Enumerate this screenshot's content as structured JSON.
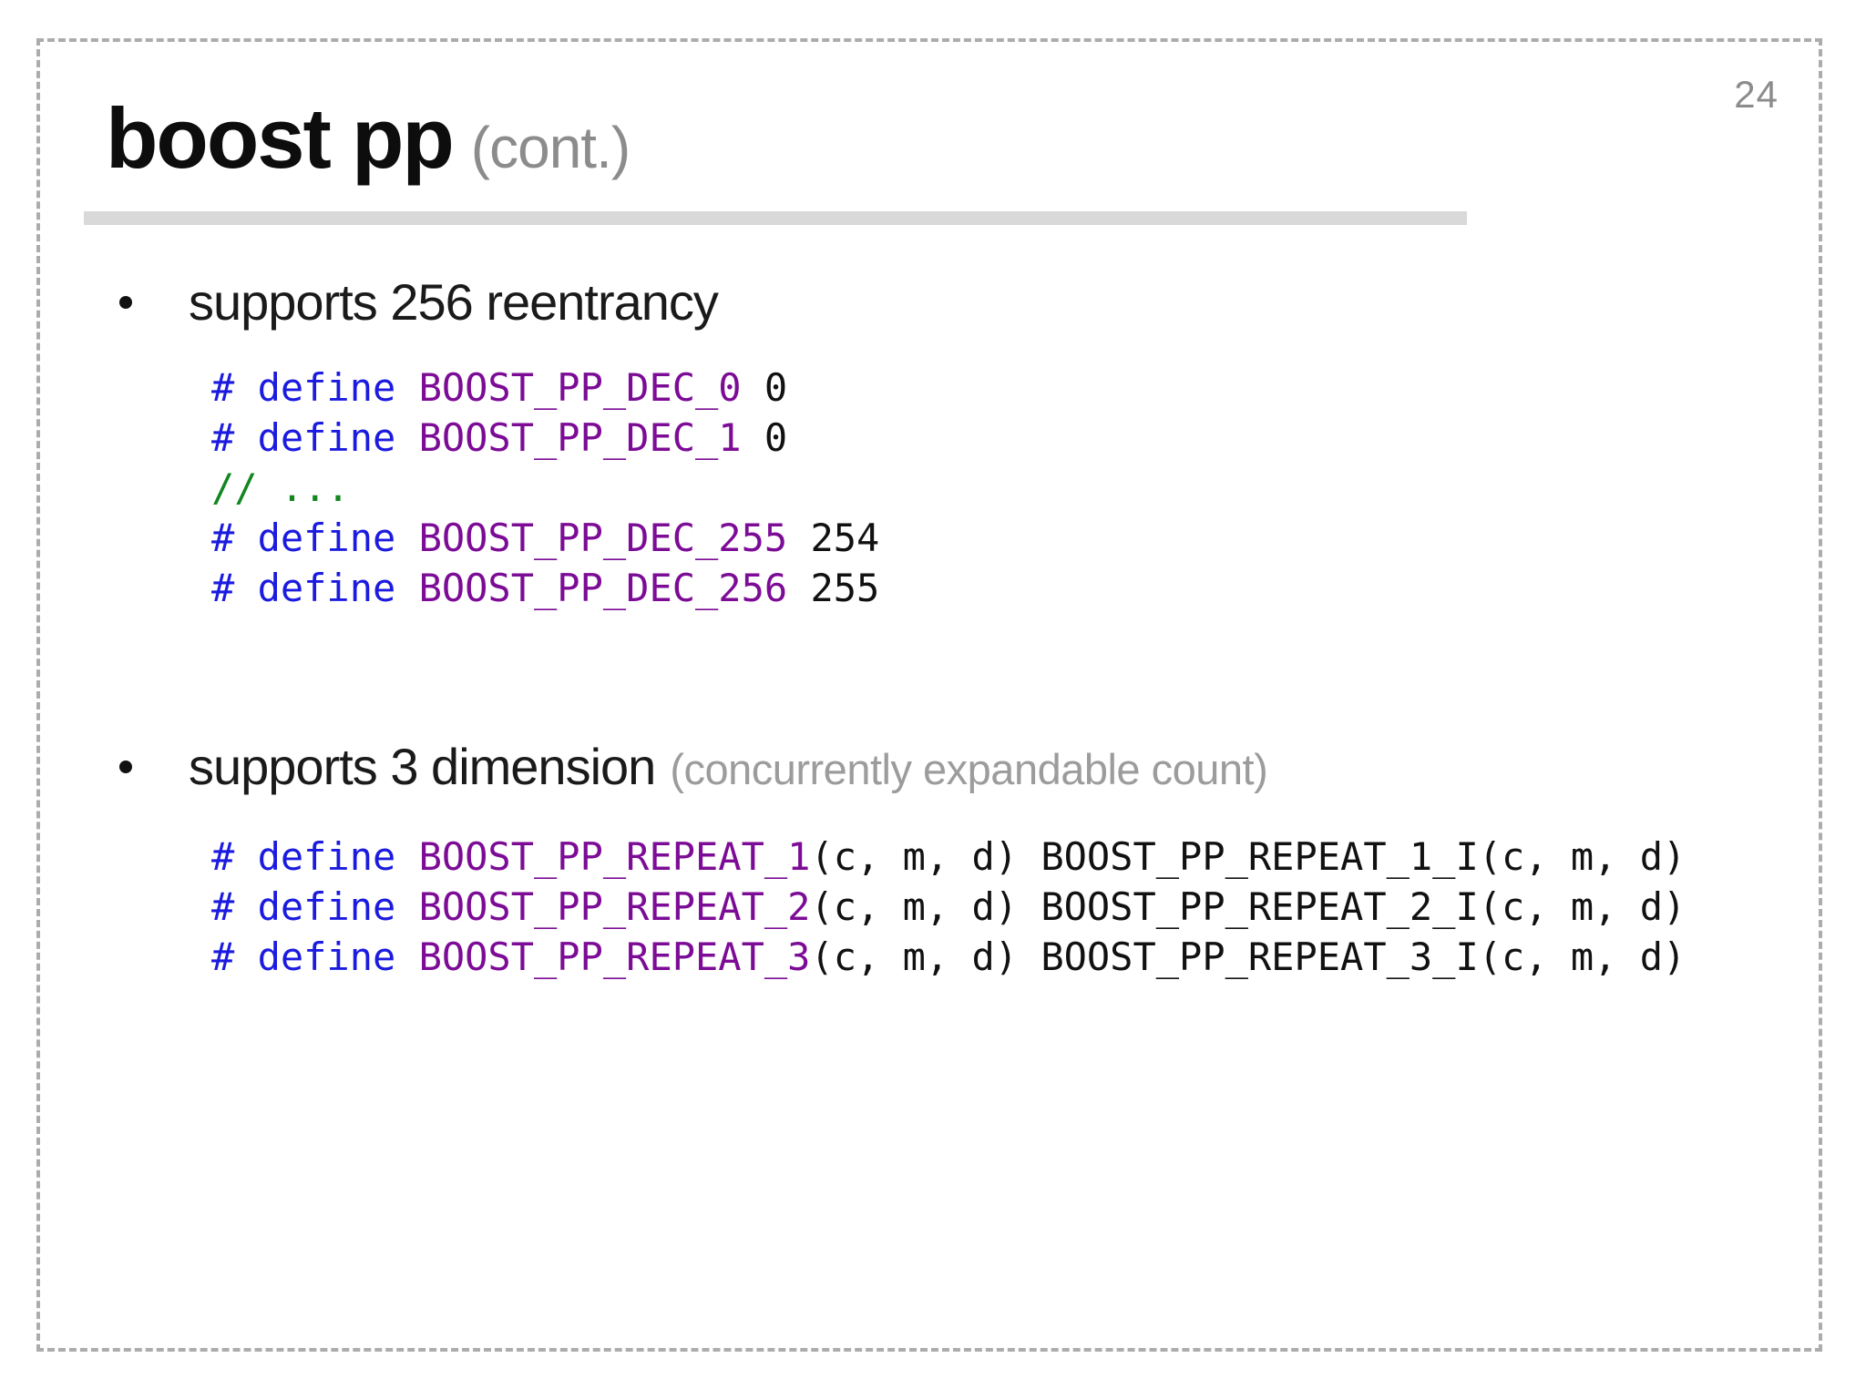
{
  "page_number": "24",
  "title": {
    "main": "boost pp",
    "suffix": "(cont.)"
  },
  "colors": {
    "keyword": "#1b1be0",
    "macro": "#7c0b96",
    "comment": "#12861f",
    "plain": "#111111",
    "gray": "#8c8c8c"
  },
  "sections": [
    {
      "bullet": "supports 256 reentrancy",
      "note": "",
      "code": [
        [
          {
            "text": "# define ",
            "role": "keyword"
          },
          {
            "text": "BOOST_PP_DEC_0",
            "role": "macro"
          },
          {
            "text": " 0",
            "role": "plain"
          }
        ],
        [
          {
            "text": "# define ",
            "role": "keyword"
          },
          {
            "text": "BOOST_PP_DEC_1",
            "role": "macro"
          },
          {
            "text": " 0",
            "role": "plain"
          }
        ],
        [
          {
            "text": "// ...",
            "role": "comment"
          }
        ],
        [
          {
            "text": "# define ",
            "role": "keyword"
          },
          {
            "text": "BOOST_PP_DEC_255",
            "role": "macro"
          },
          {
            "text": " 254",
            "role": "plain"
          }
        ],
        [
          {
            "text": "# define ",
            "role": "keyword"
          },
          {
            "text": "BOOST_PP_DEC_256",
            "role": "macro"
          },
          {
            "text": " 255",
            "role": "plain"
          }
        ]
      ]
    },
    {
      "bullet": "supports 3 dimension",
      "note": "(concurrently expandable count)",
      "code": [
        [
          {
            "text": "# define ",
            "role": "keyword"
          },
          {
            "text": "BOOST_PP_REPEAT_1",
            "role": "macro"
          },
          {
            "text": "(c, m, d) BOOST_PP_REPEAT_1_I(c, m, d)",
            "role": "plain"
          }
        ],
        [
          {
            "text": "# define ",
            "role": "keyword"
          },
          {
            "text": "BOOST_PP_REPEAT_2",
            "role": "macro"
          },
          {
            "text": "(c, m, d) BOOST_PP_REPEAT_2_I(c, m, d)",
            "role": "plain"
          }
        ],
        [
          {
            "text": "# define ",
            "role": "keyword"
          },
          {
            "text": "BOOST_PP_REPEAT_3",
            "role": "macro"
          },
          {
            "text": "(c, m, d) BOOST_PP_REPEAT_3_I(c, m, d)",
            "role": "plain"
          }
        ]
      ]
    }
  ]
}
